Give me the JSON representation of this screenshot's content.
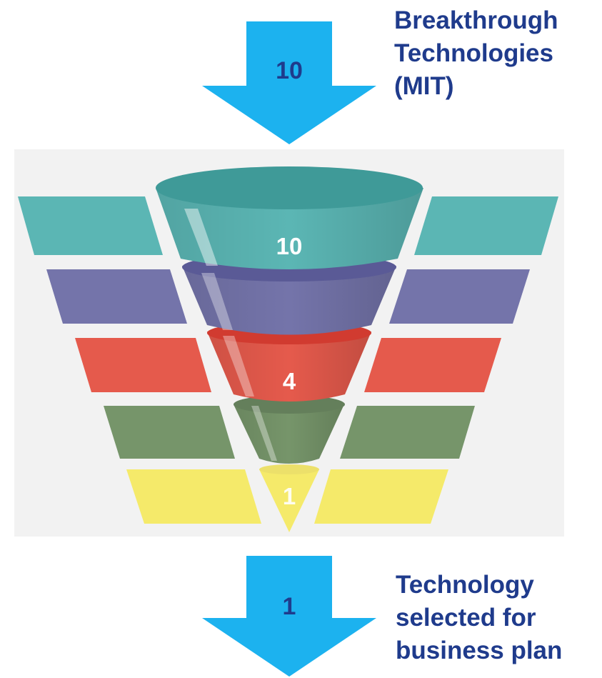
{
  "top_arrow": {
    "count": "10"
  },
  "top_caption": {
    "lines": [
      "Breakthrough",
      "Technologies",
      "(MIT)"
    ]
  },
  "funnel": {
    "stages": [
      {
        "name": "stage-1",
        "color": "#5bb6b4",
        "label": "10"
      },
      {
        "name": "stage-2",
        "color": "#7474aa",
        "label": ""
      },
      {
        "name": "stage-3",
        "color": "#e55a4c",
        "label": "4"
      },
      {
        "name": "stage-4",
        "color": "#76956a",
        "label": ""
      },
      {
        "name": "stage-5",
        "color": "#f5ea6a",
        "label": "1"
      }
    ]
  },
  "bottom_arrow": {
    "count": "1"
  },
  "bottom_caption": {
    "lines": [
      "Technology",
      "selected for",
      "business plan"
    ]
  },
  "colors": {
    "arrow": "#1cb2ef",
    "caption_text": "#1f3b8c",
    "panel_bg": "#f2f2f2"
  }
}
